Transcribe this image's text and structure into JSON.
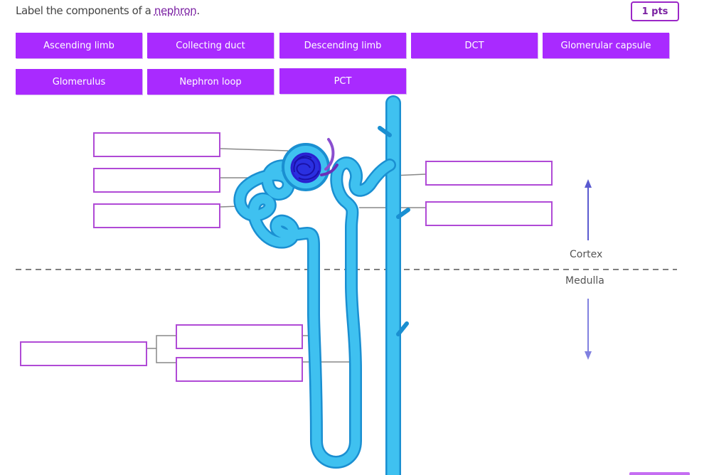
{
  "question": {
    "prompt_prefix": "Label the components of a ",
    "prompt_term": "nephron",
    "prompt_suffix": ".",
    "points": "1 pts"
  },
  "label_bank": [
    "Ascending limb",
    "Collecting duct",
    "Descending limb",
    "DCT",
    "Glomerular capsule",
    "Glomerulus",
    "Nephron loop",
    "PCT"
  ],
  "zones": {
    "cortex": "Cortex",
    "medulla": "Medulla"
  },
  "drop_targets": [
    {
      "id": "target-1",
      "value": ""
    },
    {
      "id": "target-2",
      "value": ""
    },
    {
      "id": "target-3",
      "value": ""
    },
    {
      "id": "target-4",
      "value": ""
    },
    {
      "id": "target-5",
      "value": ""
    },
    {
      "id": "target-6",
      "value": ""
    },
    {
      "id": "target-7",
      "value": ""
    },
    {
      "id": "target-8",
      "value": ""
    }
  ],
  "colors": {
    "chip_bg": "#a92aff",
    "target_border": "#b04ad6",
    "tubule": "#3fc1f0",
    "tubule_outline": "#1a8fd1",
    "glomerulus": "#2a1fd0",
    "arrow": "#6a6ad8"
  }
}
